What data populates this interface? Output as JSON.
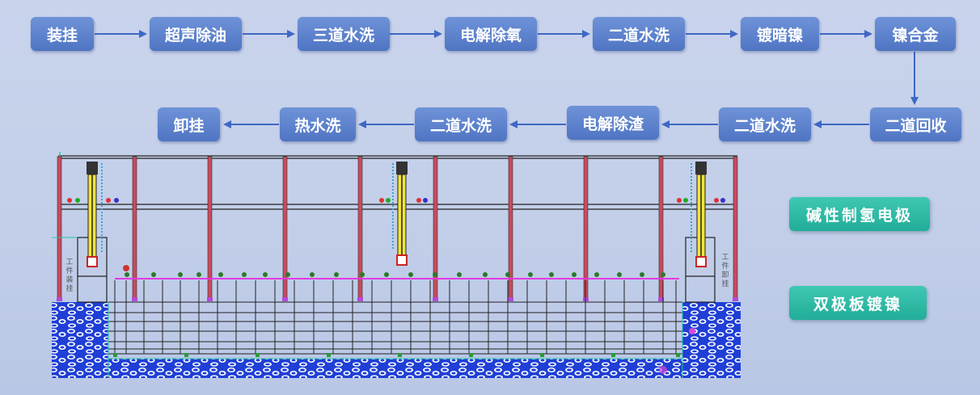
{
  "flow": {
    "row1": [
      "装挂",
      "超声除油",
      "三道水洗",
      "电解除氧",
      "二道水洗",
      "镀暗镍",
      "镍合金"
    ],
    "row2": [
      "二道回收",
      "二道水洗",
      "电解除渣",
      "二道水洗",
      "热水洗",
      "卸挂"
    ]
  },
  "machine": {
    "load_label": "工件装挂",
    "unload_label": "工件卸挂"
  },
  "tags": {
    "alkaline": "碱性制氢电极",
    "bipolar": "双极板镀镍"
  },
  "colors": {
    "step_blue": "#5a7fcb",
    "arrow_blue": "#3f68c4",
    "tag_green": "#2fbba5",
    "pit_blue": "#1f3fd6"
  }
}
